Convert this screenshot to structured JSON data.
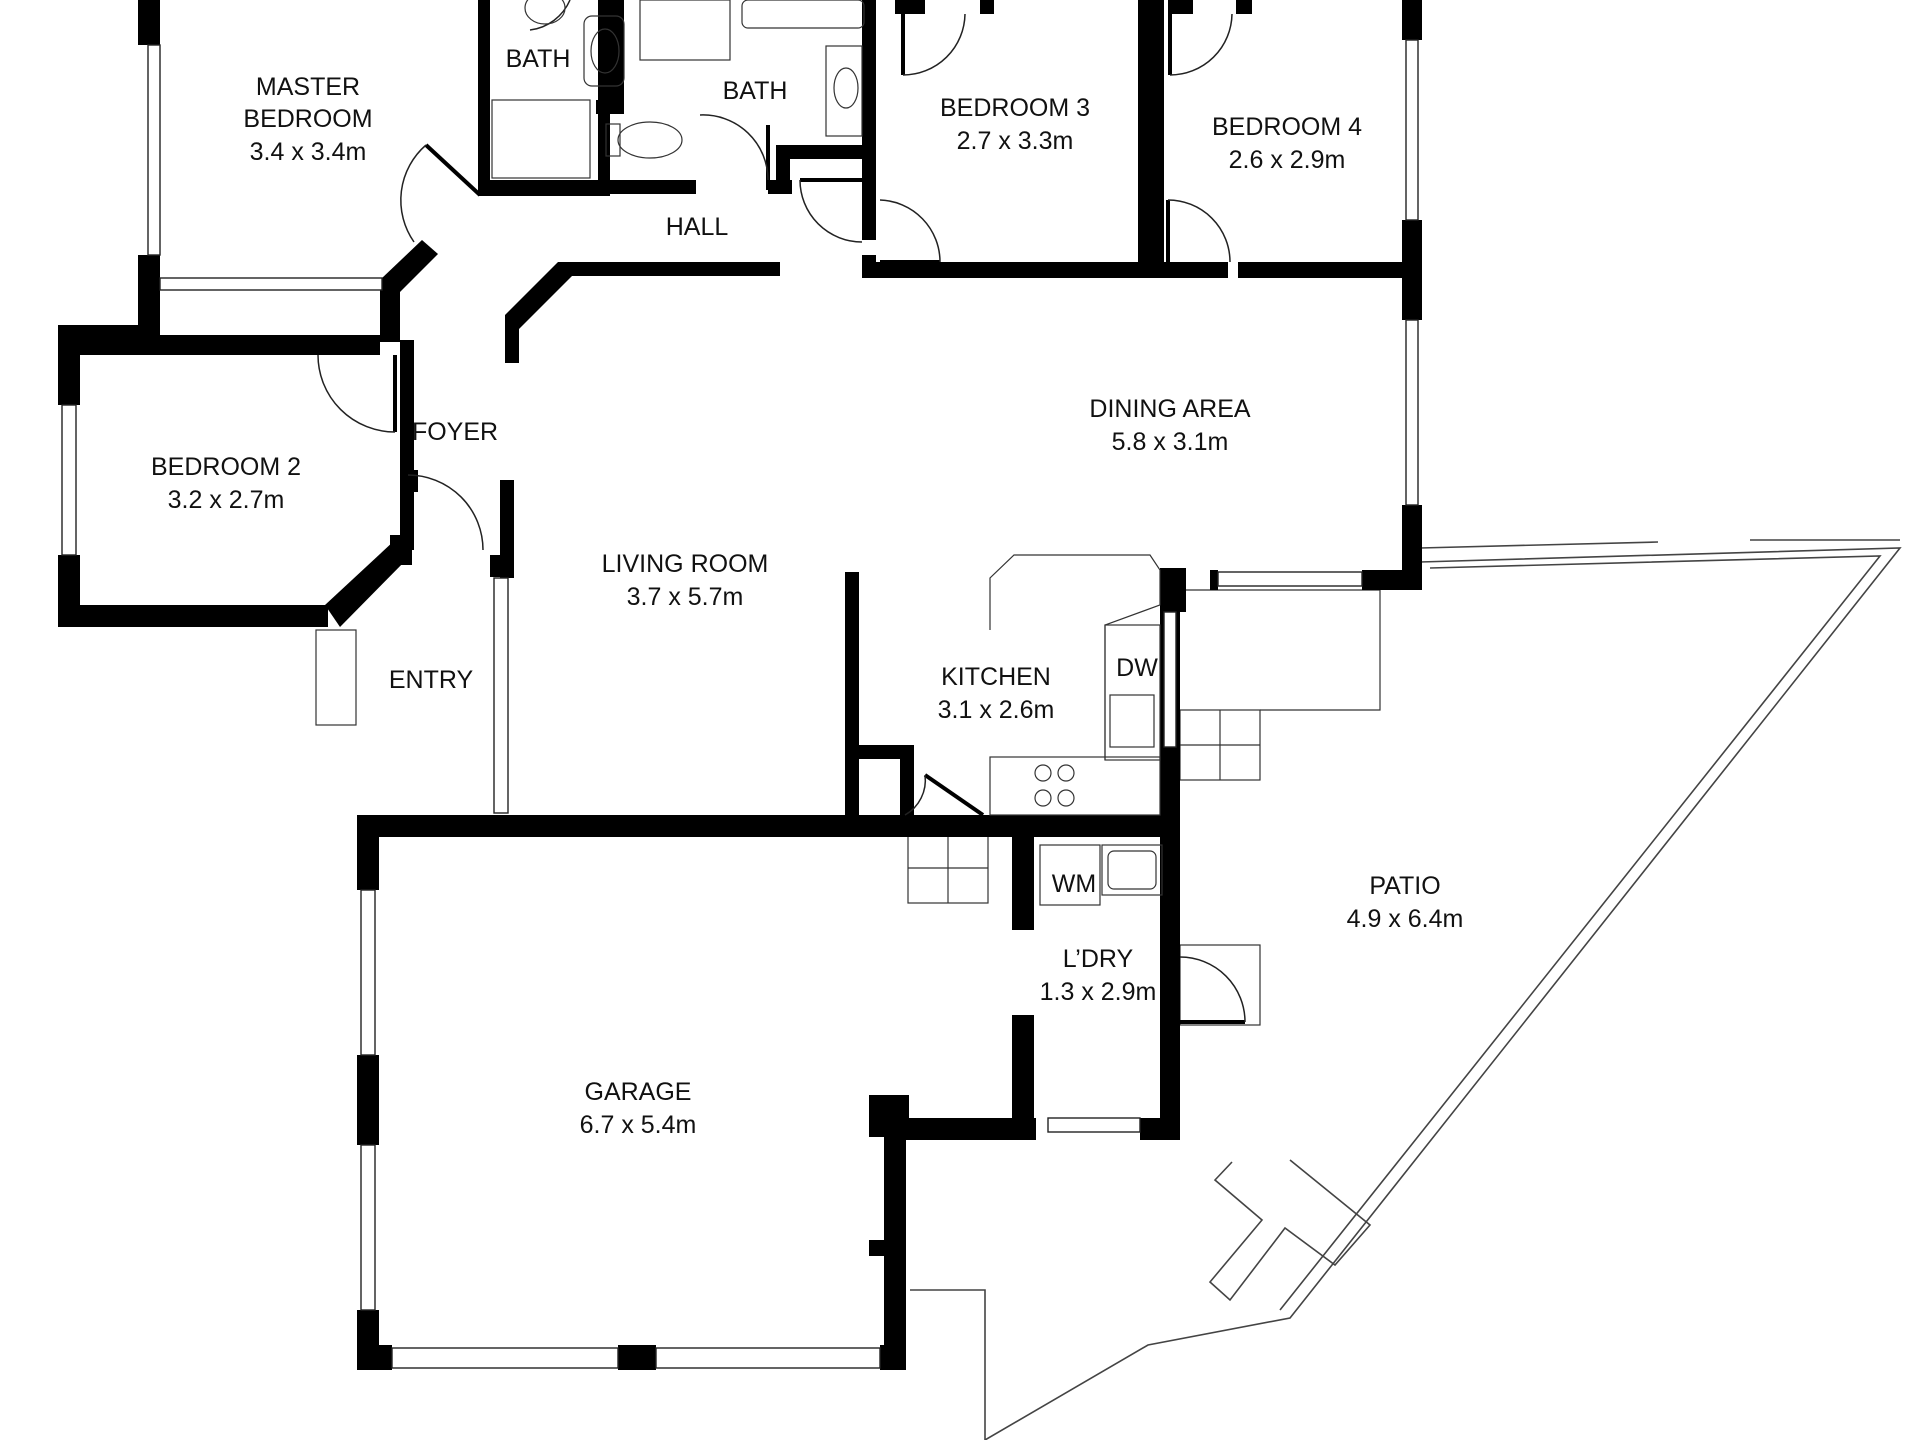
{
  "floor_plan": {
    "rooms": [
      {
        "id": "master-bedroom",
        "name_lines": [
          "MASTER",
          "BEDROOM"
        ],
        "size": "3.4 x 3.4m"
      },
      {
        "id": "bath-1",
        "name_lines": [
          "BATH"
        ],
        "size": ""
      },
      {
        "id": "bath-2",
        "name_lines": [
          "BATH"
        ],
        "size": ""
      },
      {
        "id": "bedroom-3",
        "name_lines": [
          "BEDROOM 3"
        ],
        "size": "2.7 x 3.3m"
      },
      {
        "id": "bedroom-4",
        "name_lines": [
          "BEDROOM 4"
        ],
        "size": "2.6 x 2.9m"
      },
      {
        "id": "hall",
        "name_lines": [
          "HALL"
        ],
        "size": ""
      },
      {
        "id": "foyer",
        "name_lines": [
          "FOYER"
        ],
        "size": ""
      },
      {
        "id": "bedroom-2",
        "name_lines": [
          "BEDROOM 2"
        ],
        "size": "3.2 x 2.7m"
      },
      {
        "id": "dining-area",
        "name_lines": [
          "DINING AREA"
        ],
        "size": "5.8 x 3.1m"
      },
      {
        "id": "living-room",
        "name_lines": [
          "LIVING ROOM"
        ],
        "size": "3.7 x 5.7m"
      },
      {
        "id": "entry",
        "name_lines": [
          "ENTRY"
        ],
        "size": ""
      },
      {
        "id": "kitchen",
        "name_lines": [
          "KITCHEN"
        ],
        "size": "3.1 x 2.6m"
      },
      {
        "id": "laundry",
        "name_lines": [
          "L’DRY"
        ],
        "size": "1.3 x 2.9m"
      },
      {
        "id": "patio",
        "name_lines": [
          "PATIO"
        ],
        "size": "4.9 x 6.4m"
      },
      {
        "id": "garage",
        "name_lines": [
          "GARAGE"
        ],
        "size": "6.7 x 5.4m"
      }
    ],
    "appliances": {
      "dishwasher": "DW",
      "washing_machine": "WM"
    }
  }
}
